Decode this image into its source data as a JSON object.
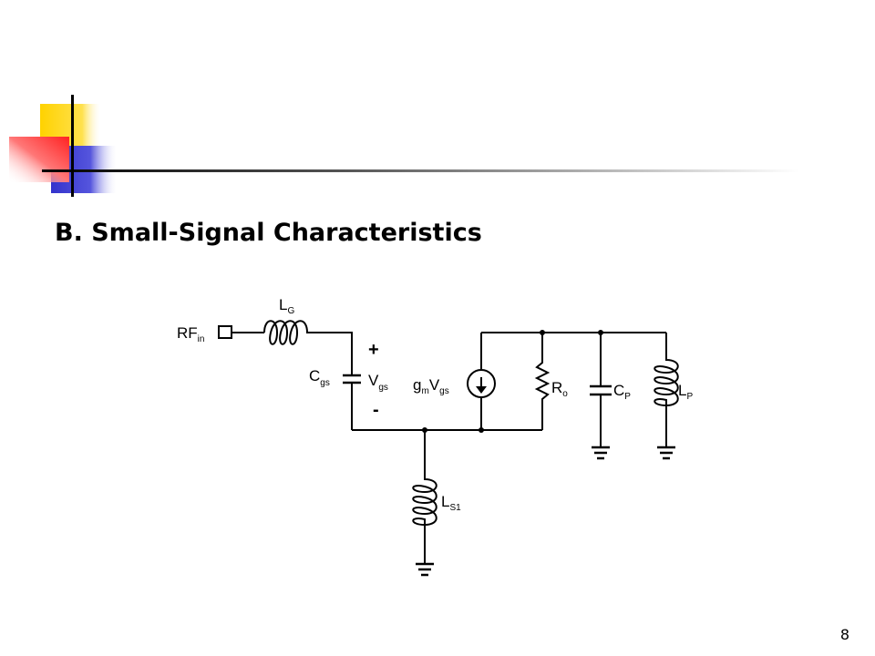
{
  "slide": {
    "title": "B. Small-Signal Characteristics",
    "page_number": "8"
  },
  "circuit": {
    "rf_in": {
      "main": "RF",
      "sub": "in"
    },
    "lg": {
      "main": "L",
      "sub": "G"
    },
    "cgs": {
      "main": "C",
      "sub": "gs"
    },
    "vgs": {
      "main": "V",
      "sub": "gs"
    },
    "plus": "+",
    "minus": "-",
    "source": {
      "g": "g",
      "m": "m",
      "v": "V",
      "gs": "gs"
    },
    "ro": {
      "main": "R",
      "sub": "o"
    },
    "cp": {
      "main": "C",
      "sub": "P"
    },
    "lp": {
      "main": "L",
      "sub": "P"
    },
    "ls1": {
      "main": "L",
      "sub": "S1"
    }
  },
  "colors": {
    "accent_yellow": "#ffd200",
    "accent_blue": "#3333cc",
    "accent_red": "#ff3333",
    "line": "#000000"
  }
}
